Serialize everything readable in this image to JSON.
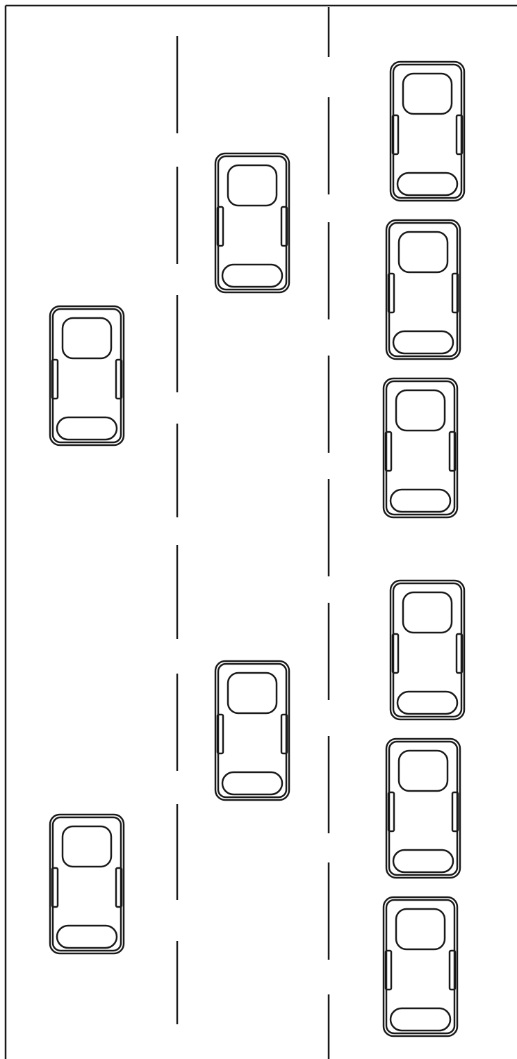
{
  "diagram": {
    "type": "top-down-road-traffic",
    "colors": {
      "line": "#1a1a1a",
      "background": "#ffffff"
    },
    "lanes": [
      {
        "name": "left-lane",
        "car_count": 2
      },
      {
        "name": "middle-lane",
        "car_count": 2
      },
      {
        "name": "right-lane",
        "car_count": 6
      }
    ],
    "vehicles": [
      {
        "lane": "left-lane",
        "icon": "car-icon"
      },
      {
        "lane": "left-lane",
        "icon": "car-icon"
      },
      {
        "lane": "middle-lane",
        "icon": "car-icon"
      },
      {
        "lane": "middle-lane",
        "icon": "car-icon"
      },
      {
        "lane": "right-lane",
        "icon": "car-icon"
      },
      {
        "lane": "right-lane",
        "icon": "car-icon"
      },
      {
        "lane": "right-lane",
        "icon": "car-icon"
      },
      {
        "lane": "right-lane",
        "icon": "car-icon"
      },
      {
        "lane": "right-lane",
        "icon": "car-icon"
      },
      {
        "lane": "right-lane",
        "icon": "car-icon"
      }
    ]
  }
}
